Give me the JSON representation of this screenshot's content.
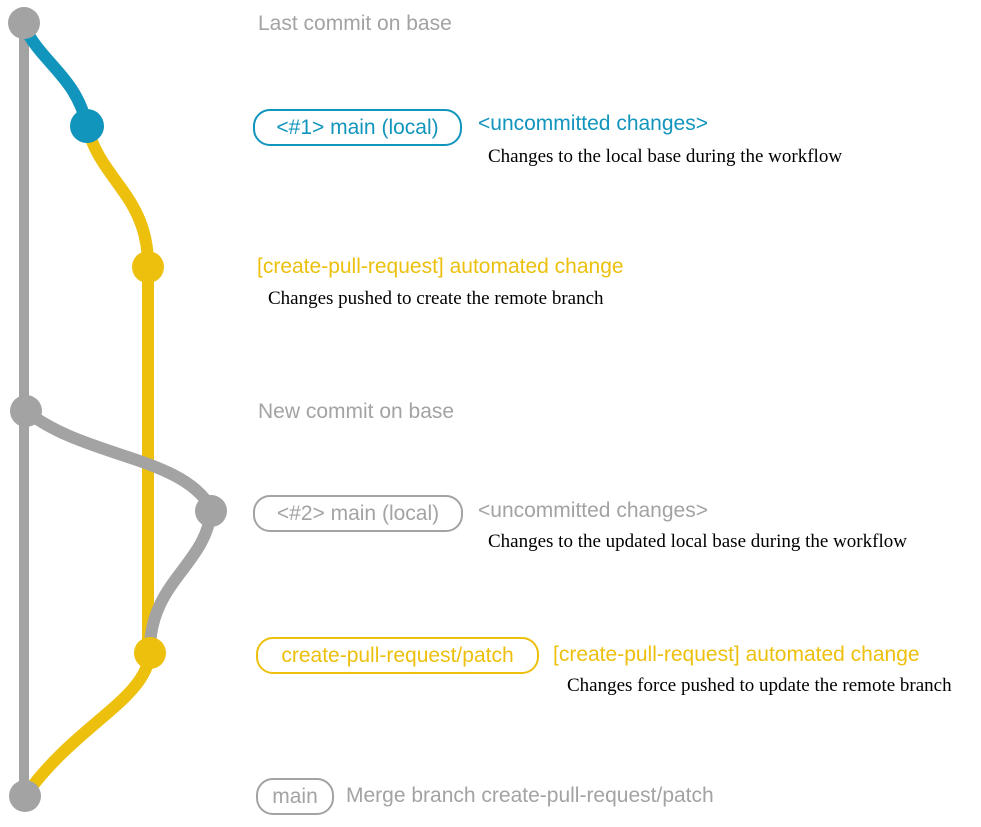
{
  "title": "create-pull-request git branching workflow diagram",
  "colors": {
    "gray": "#a3a3a3",
    "teal": "#1295bc",
    "yellow": "#edc00e",
    "description_text": "#000000",
    "background": "#ffffff"
  },
  "events": {
    "last_commit_on_base": {
      "label": "Last commit on base"
    },
    "uncommitted_1": {
      "badge": "<#1> main (local)",
      "heading": "<uncommitted changes>",
      "description": "Changes to the local base during the workflow"
    },
    "automated_change_1": {
      "heading": "[create-pull-request] automated change",
      "description": "Changes pushed to create the remote branch"
    },
    "new_commit_on_base": {
      "label": "New commit on base"
    },
    "uncommitted_2": {
      "badge": "<#2> main (local)",
      "heading": "<uncommitted changes>",
      "description": "Changes to the updated local base during the workflow"
    },
    "automated_change_2": {
      "badge": "create-pull-request/patch",
      "heading": "[create-pull-request] automated change",
      "description": "Changes force pushed to update the remote branch"
    },
    "merge_commit": {
      "badge": "main",
      "heading": "Merge branch create-pull-request/patch"
    }
  }
}
